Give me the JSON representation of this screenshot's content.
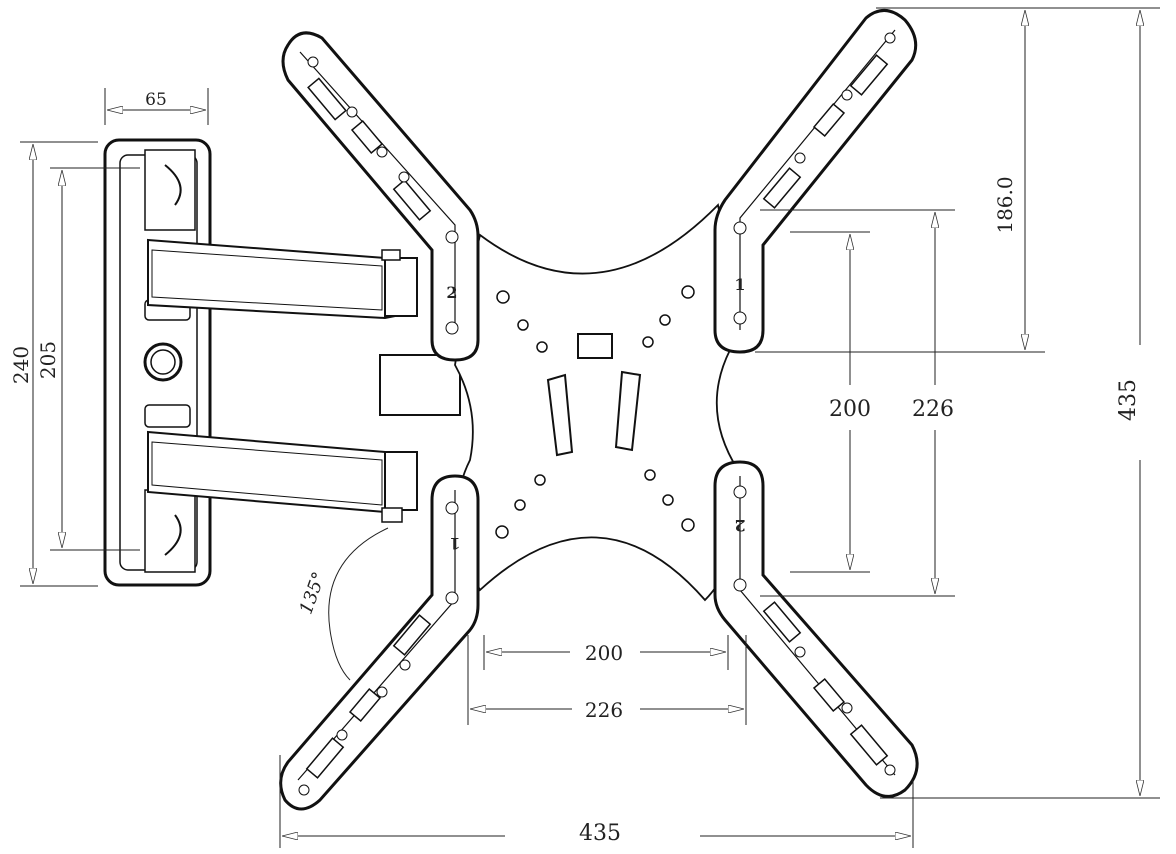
{
  "drawing": {
    "dimensions": {
      "wall_plate_width": "65",
      "wall_plate_height": "240",
      "wall_plate_hole_spacing": "205",
      "upper_arm_height": "186.0",
      "inner_vertical_hole_spacing": "200",
      "outer_vertical_hole_spacing": "226",
      "total_height": "435",
      "inner_horizontal_hole_spacing": "200",
      "outer_horizontal_hole_spacing": "226",
      "total_width": "435",
      "swivel_angle": "135°"
    },
    "bracket_labels": {
      "top_left": "2",
      "top_right": "1",
      "bottom_left": "1",
      "bottom_right": "2"
    },
    "colors": {
      "line": "#111111",
      "fill": "#ffffff"
    }
  }
}
